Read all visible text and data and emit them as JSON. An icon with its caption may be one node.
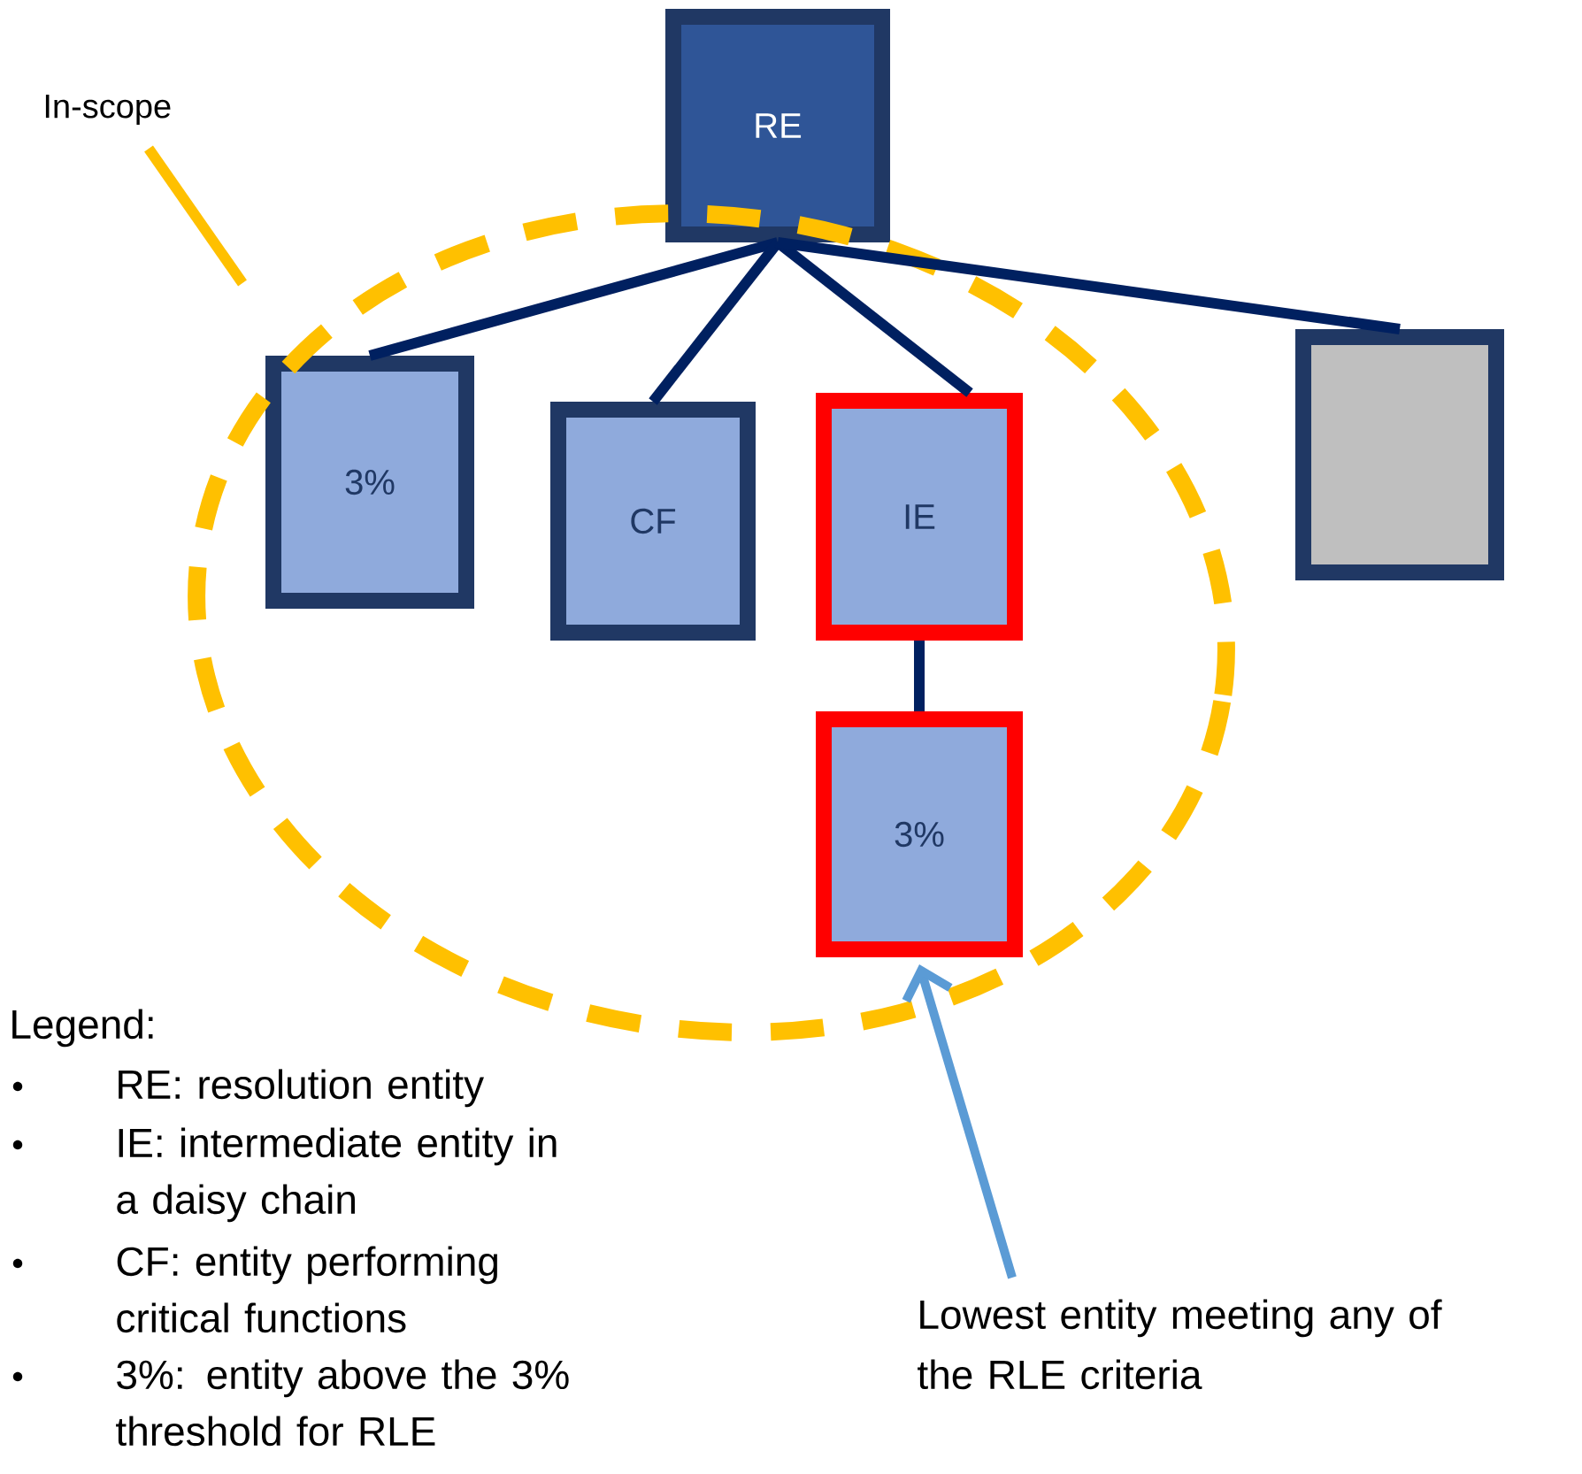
{
  "diagram": {
    "nodes": [
      {
        "text": [
          "RE"
        ]
      },
      {
        "text": [
          "3%"
        ]
      },
      {
        "text": [
          "CF"
        ]
      },
      {
        "text": [
          "IE"
        ]
      },
      {
        "text": [],
        "shape": "box"
      },
      {
        "text": [
          "3%"
        ]
      },
      {
        "text": [
          "In-scope"
        ]
      },
      {
        "text": [
          "Lowest entity meeting any of the RLE criteria"
        ]
      }
    ],
    "edges": [
      {
        "from": 0,
        "to": 1,
        "arrow": "none"
      },
      {
        "from": 0,
        "to": 2,
        "arrow": "none"
      },
      {
        "from": 0,
        "to": 3,
        "arrow": "none"
      },
      {
        "from": 0,
        "to": 4,
        "arrow": "none"
      },
      {
        "from": 3,
        "to": 5,
        "arrow": "none"
      },
      {
        "from": 6,
        "to": null,
        "arrow": "none",
        "color": "#ffc000"
      },
      {
        "from": 7,
        "to": 5,
        "arrow": "to",
        "color": "#5b9bd5"
      }
    ],
    "labels": [
      "Legend:",
      "RE: resolution entity",
      "IE: intermediate entity in a daisy chain",
      "CF: entity performing critical functions",
      "3%: entity above the 3% threshold for RLE"
    ]
  }
}
